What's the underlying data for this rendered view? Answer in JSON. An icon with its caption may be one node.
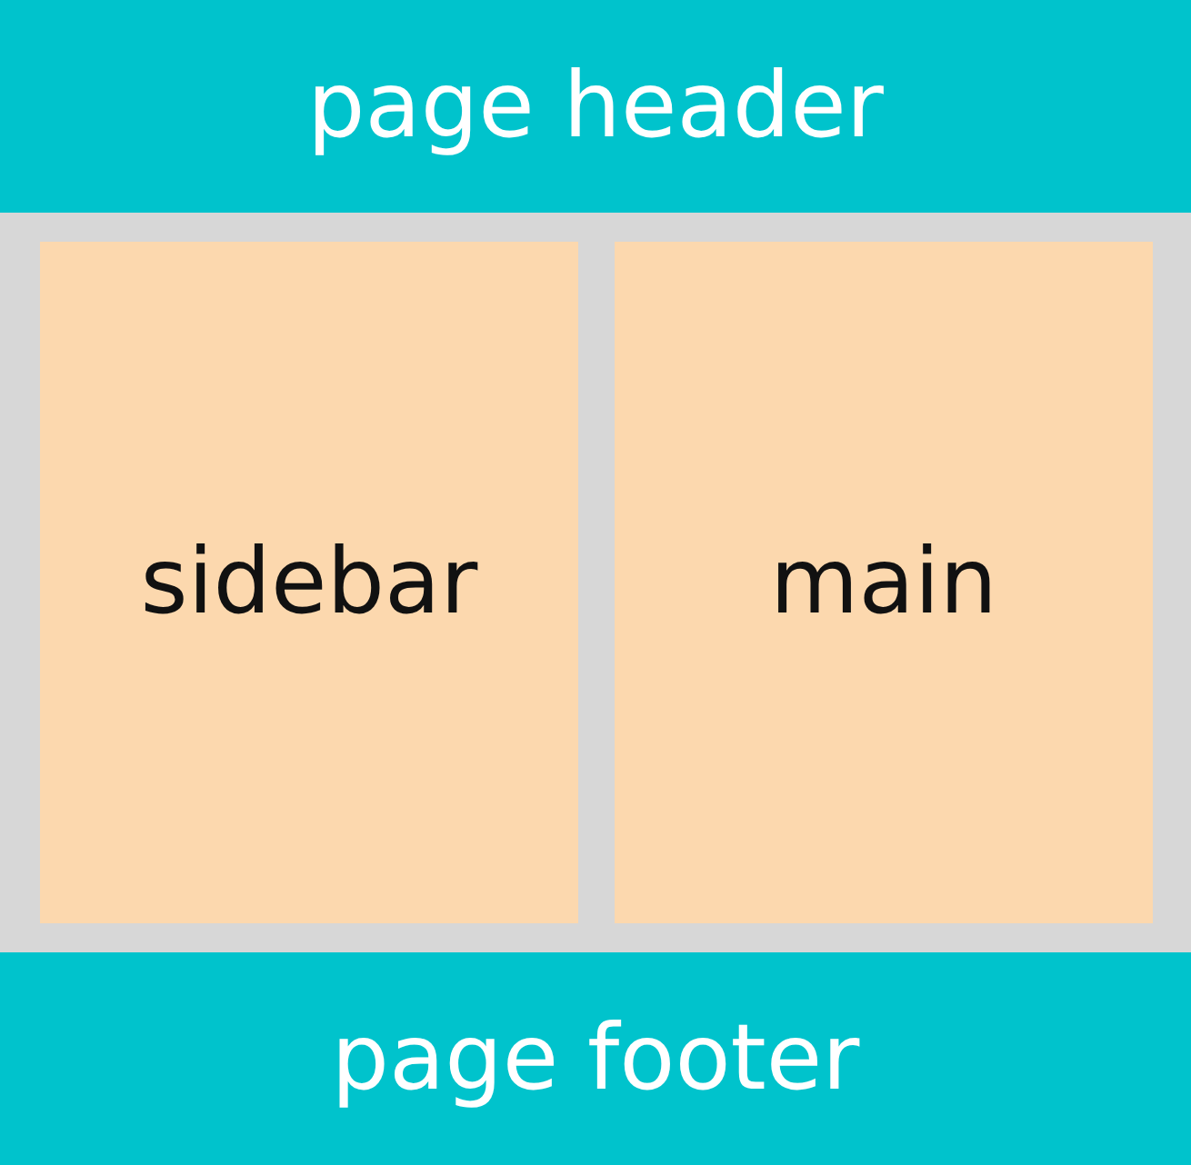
{
  "diagram": {
    "nodes": [
      {
        "text": [
          "page header"
        ]
      },
      {
        "text": [],
        "shape": "box"
      },
      {
        "text": [
          "sidebar"
        ],
        "in": 1
      },
      {
        "text": [
          "main"
        ],
        "in": 1
      },
      {
        "text": [
          "page footer"
        ]
      }
    ]
  }
}
